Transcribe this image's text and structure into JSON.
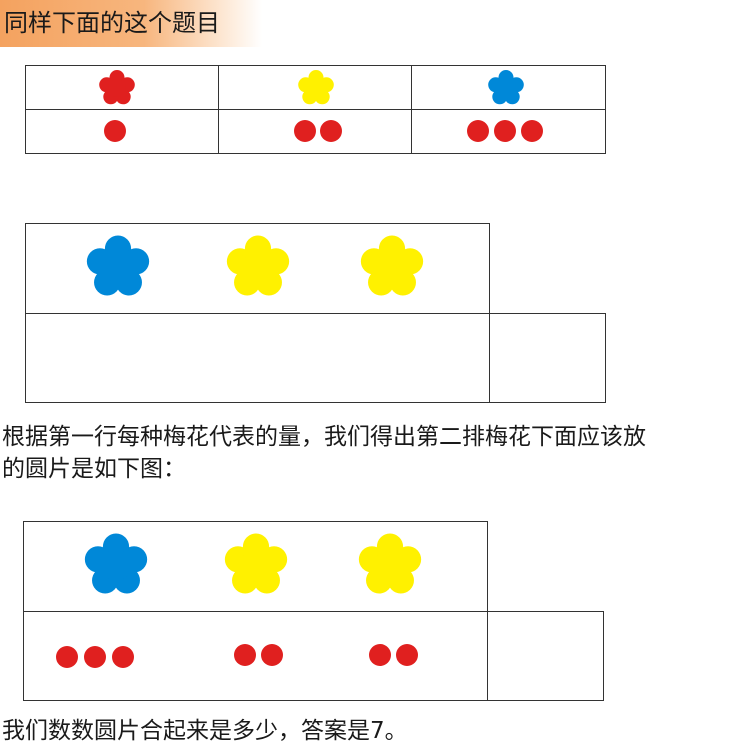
{
  "title": "同样下面的这个题目",
  "colors": {
    "red": "#e0201f",
    "yellow": "#fff100",
    "blue": "#0088d8",
    "banner": "#f4a25f"
  },
  "table1": {
    "columns": [
      {
        "flower": "red",
        "dots": 1
      },
      {
        "flower": "yellow",
        "dots": 2
      },
      {
        "flower": "blue",
        "dots": 3
      }
    ]
  },
  "question": {
    "flowers": [
      "blue",
      "yellow",
      "yellow"
    ],
    "answer_box": ""
  },
  "explanation": {
    "line1": "根据第一行每种梅花代表的量，我们得出第二排梅花下面应该放",
    "line2": "的圆片是如下图："
  },
  "solution": {
    "flowers": [
      "blue",
      "yellow",
      "yellow"
    ],
    "dots": [
      3,
      2,
      2
    ],
    "answer_box": ""
  },
  "conclusion": "我们数数圆片合起来是多少，答案是7。"
}
